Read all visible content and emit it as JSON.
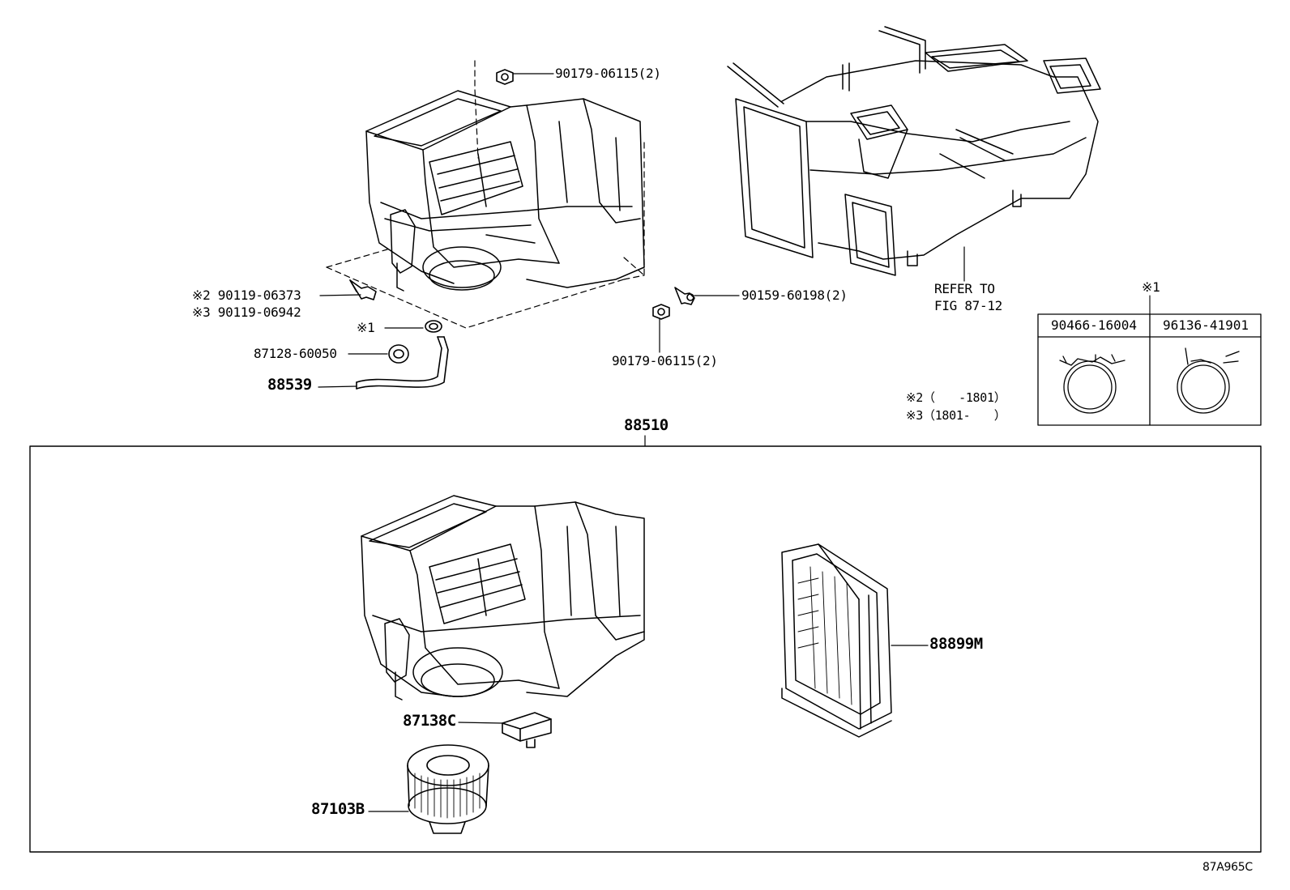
{
  "figure_id": "87A965C",
  "assembly": {
    "label": "88510"
  },
  "callouts": {
    "p90179_top": "90179-06115(2)",
    "p90119_a": "※2 90119-06373",
    "p90119_b": "※3 90119-06942",
    "p90159": "90159-60198(2)",
    "p90179_bottom": "90179-06115(2)",
    "clip_ref": "※1",
    "p87128": "87128-60050",
    "p88539": "88539",
    "p87138": "87138C",
    "p87103": "87103B",
    "p88899": "88899M"
  },
  "refer": {
    "line1": "REFER TO",
    "line2": "FIG 87-12"
  },
  "notes": {
    "n2": "※2（　　-1801）",
    "n3": "※3（1801-　　）"
  },
  "clip_table": {
    "marker": "※1",
    "col1": "90466-16004",
    "col2": "96136-41901"
  }
}
